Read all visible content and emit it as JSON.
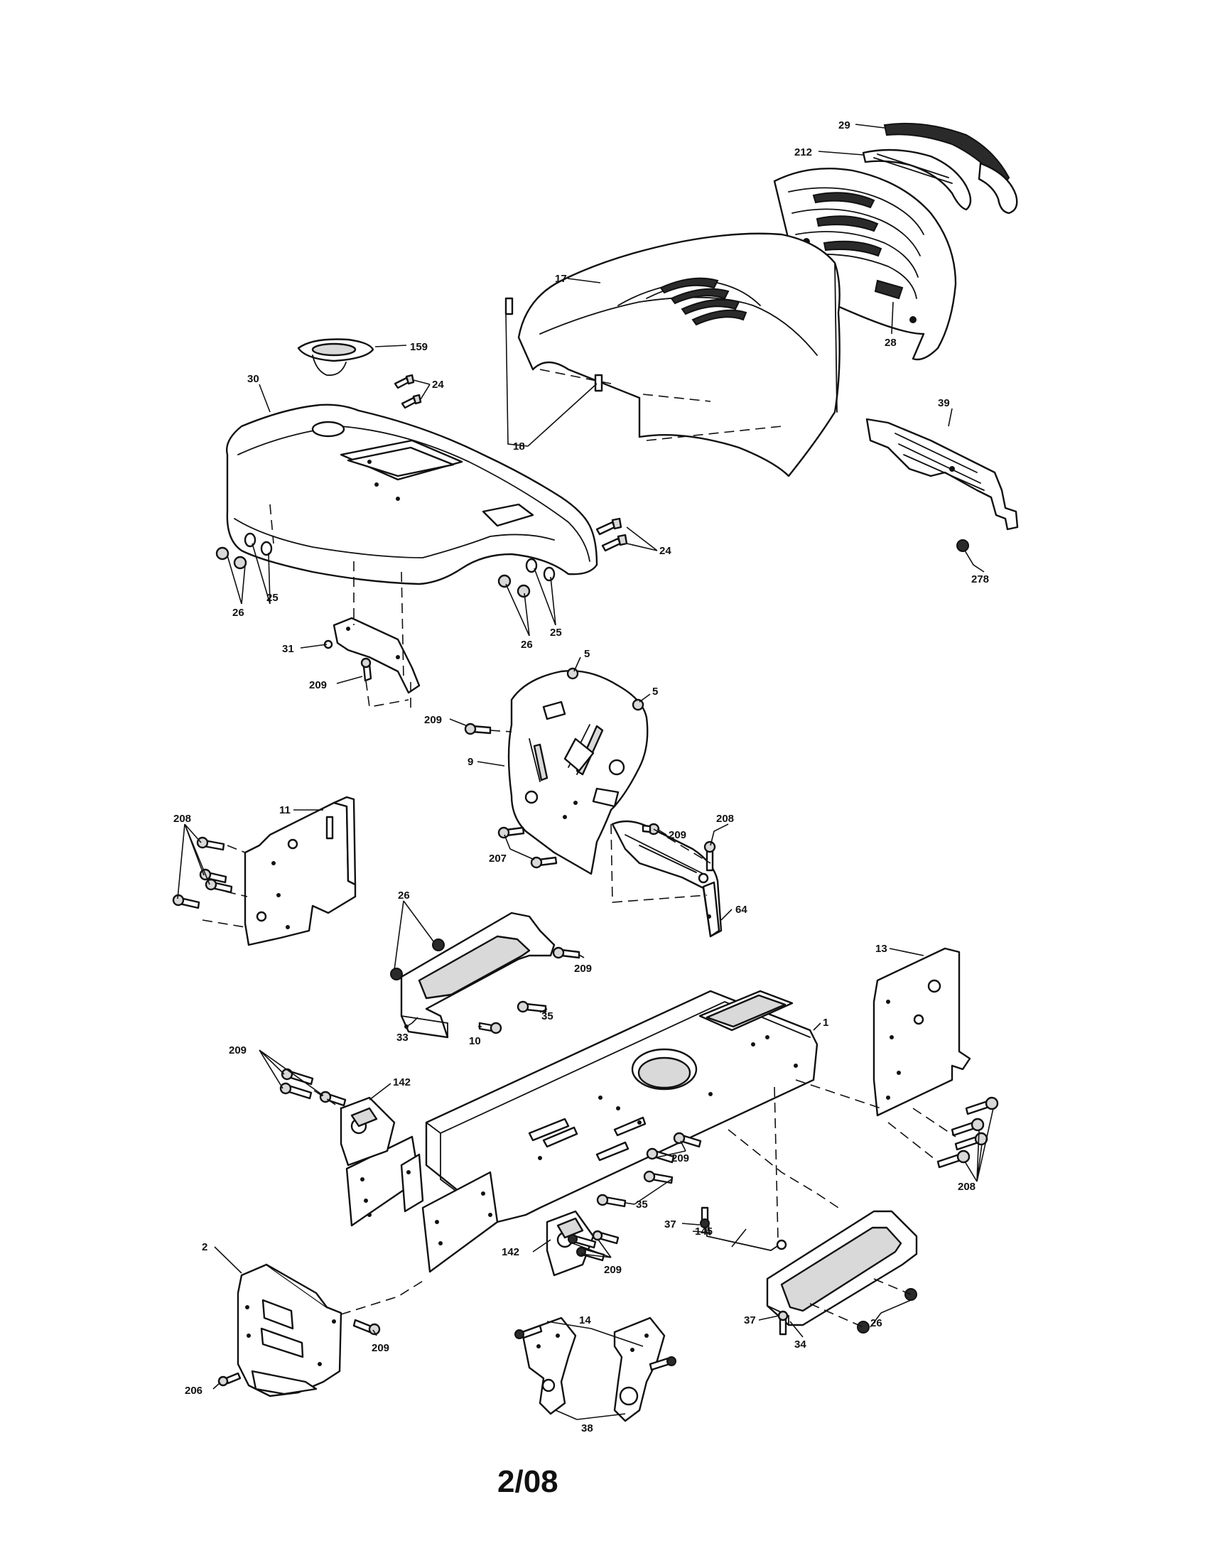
{
  "page": {
    "page_number": "2/08"
  },
  "callouts": {
    "c29": "29",
    "c212": "212",
    "c17": "17",
    "c28": "28",
    "c159": "159",
    "c30": "30",
    "c24a": "24",
    "c18": "18",
    "c39": "39",
    "c24b": "24",
    "c278": "278",
    "c26a": "26",
    "c25a": "25",
    "c26b": "26",
    "c25b": "25",
    "c5a": "5",
    "c5b": "5",
    "c31": "31",
    "c209a": "209",
    "c209b": "209",
    "c9": "9",
    "c208a": "208",
    "c11": "11",
    "c209c": "209",
    "c208b": "208",
    "c207": "207",
    "c64": "64",
    "c26c": "26",
    "c209d": "209",
    "c13": "13",
    "c35a": "35",
    "c33": "33",
    "c10": "10",
    "c1": "1",
    "c209e": "209",
    "c142a": "142",
    "c209f": "209",
    "c35b": "35",
    "c208c": "208",
    "c37a": "37",
    "c145": "145",
    "c142b": "142",
    "c2": "2",
    "c209g": "209",
    "c37b": "37",
    "c14": "14",
    "c34": "34",
    "c26d": "26",
    "c209h": "209",
    "c206": "206",
    "c38": "38"
  }
}
